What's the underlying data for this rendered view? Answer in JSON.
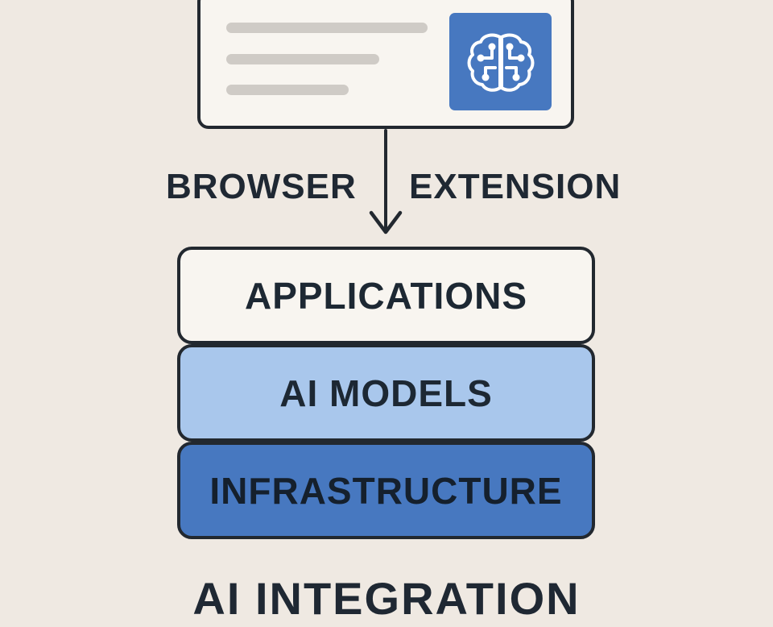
{
  "diagram": {
    "browser_card": {
      "icon": "brain-circuit-icon"
    },
    "labels": {
      "left": "BROWSER",
      "right": "EXTENSION"
    },
    "layers": [
      {
        "label": "APPLICATIONS",
        "color": "#f8f5f0"
      },
      {
        "label": "AI MODELS",
        "color": "#a9c7ec"
      },
      {
        "label": "INFRASTRUCTURE",
        "color": "#4778c0"
      }
    ],
    "footer_title": "AI INTEGRATION"
  },
  "colors": {
    "background": "#efe9e2",
    "accent": "#4778c0",
    "outline": "#22282f"
  }
}
